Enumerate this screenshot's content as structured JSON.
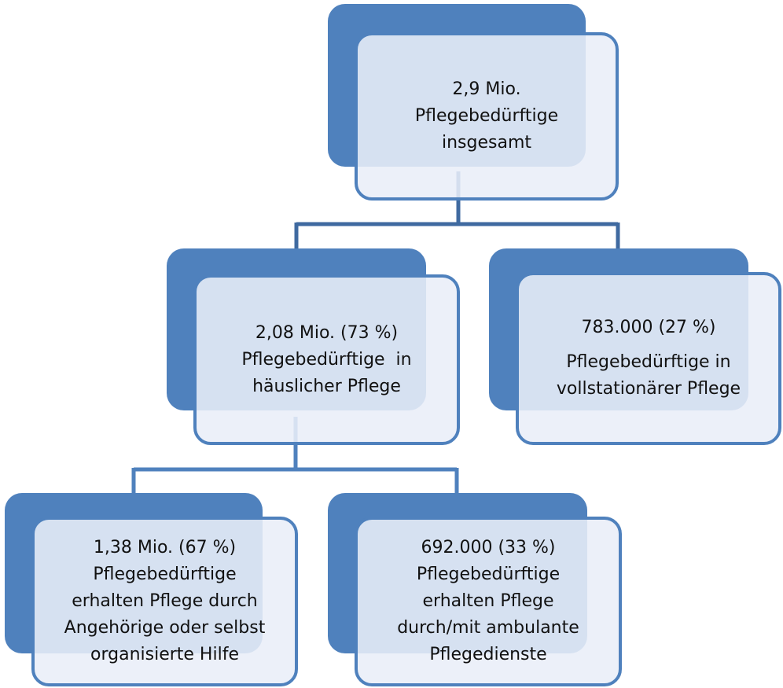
{
  "colors": {
    "accent": "#4f81bd",
    "box_fill": "#e9eef8",
    "text": "#111111"
  },
  "nodes": {
    "root": {
      "lines": [
        "2,9 Mio.",
        "Pflegebedürftige",
        "insgesamt"
      ]
    },
    "home": {
      "lines": [
        "2,08 Mio. (73 %)",
        "Pflegebedürftige  in",
        "häuslicher Pflege"
      ]
    },
    "inpatient": {
      "lines": [
        "783.000 (27 %)",
        "Pflegebedürftige in",
        "vollstationärer Pflege"
      ]
    },
    "relatives": {
      "lines": [
        "1,38 Mio. (67 %)",
        "Pflegebedürftige",
        "erhalten Pflege durch",
        "Angehörige oder selbst",
        "organisierte Hilfe"
      ]
    },
    "ambulant": {
      "lines": [
        "692.000 (33 %)",
        "Pflegebedürftige",
        "erhalten Pflege",
        "durch/mit ambulante",
        "Pflegedienste"
      ]
    }
  }
}
